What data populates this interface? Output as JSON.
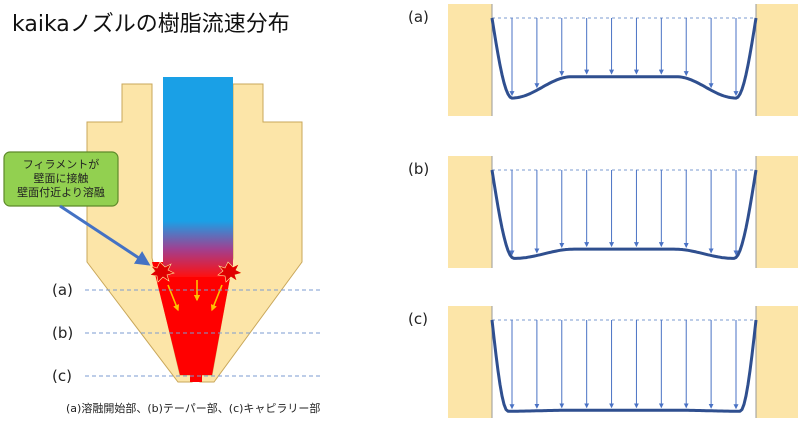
{
  "title": "kaikaノズルの樹脂流速分布",
  "callout": {
    "lines": [
      "フィラメントが",
      "壁面に接触",
      "壁面付近より溶融"
    ]
  },
  "nozzle_levels": [
    "(a)",
    "(b)",
    "(c)"
  ],
  "caption": "(a)溶融開始部、(b)テーパー部、(c)キャピラリー部",
  "panels": [
    {
      "label": "(a)"
    },
    {
      "label": "(b)"
    },
    {
      "label": "(c)"
    }
  ],
  "colors": {
    "nozzle_body": "#fce5a8",
    "nozzle_outline": "#c9a75a",
    "filament": "#1aa0e6",
    "melt": "#ff0000",
    "profile": "#2f4f8f",
    "arrow": "#4a72c4",
    "callout_fill": "#92d050",
    "callout_border": "#5e8a2a",
    "dashed": "#7b9bd0"
  }
}
